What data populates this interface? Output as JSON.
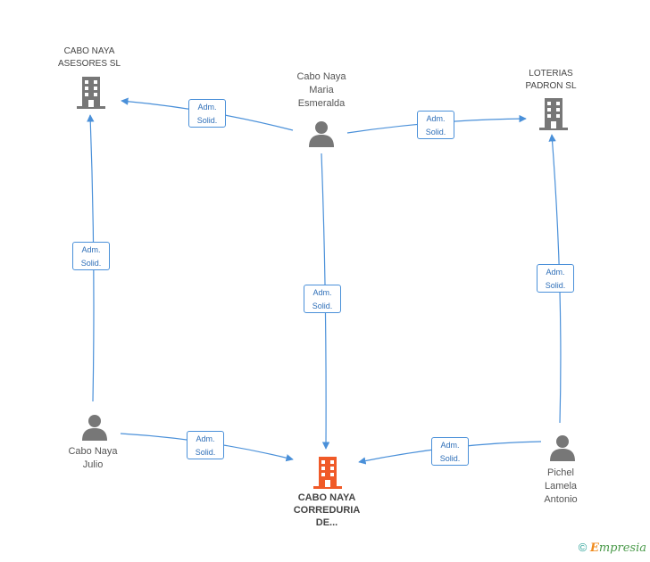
{
  "nodes": {
    "cabo_naya_asesores": "CABO NAYA ASESORES SL",
    "cabo_naya_maria": "Cabo Naya Maria Esmeralda",
    "loterias_padron": "LOTERIAS PADRON SL",
    "cabo_naya_julio": "Cabo Naya Julio",
    "cabo_naya_correduria": "CABO NAYA CORREDURIA DE...",
    "pichel_lamela": "Pichel Lamela Antonio"
  },
  "nodes_lines": {
    "cabo_naya_asesores": [
      "CABO NAYA",
      "ASESORES SL"
    ],
    "cabo_naya_maria": [
      "Cabo Naya",
      "Maria",
      "Esmeralda"
    ],
    "loterias_padron": [
      "LOTERIAS",
      "PADRON SL"
    ],
    "cabo_naya_julio": [
      "Cabo Naya",
      "Julio"
    ],
    "cabo_naya_correduria": [
      "CABO NAYA",
      "CORREDURIA",
      "DE..."
    ],
    "pichel_lamela": [
      "Pichel",
      "Lamela",
      "Antonio"
    ]
  },
  "edge_label": {
    "line1": "Adm.",
    "line2": "Solid."
  },
  "edges": [
    {
      "from": "cabo_naya_maria",
      "to": "cabo_naya_asesores",
      "label": "Adm. Solid."
    },
    {
      "from": "cabo_naya_maria",
      "to": "loterias_padron",
      "label": "Adm. Solid."
    },
    {
      "from": "cabo_naya_maria",
      "to": "cabo_naya_correduria",
      "label": "Adm. Solid."
    },
    {
      "from": "cabo_naya_julio",
      "to": "cabo_naya_asesores",
      "label": "Adm. Solid."
    },
    {
      "from": "cabo_naya_julio",
      "to": "cabo_naya_correduria",
      "label": "Adm. Solid."
    },
    {
      "from": "pichel_lamela",
      "to": "loterias_padron",
      "label": "Adm. Solid."
    },
    {
      "from": "pichel_lamela",
      "to": "cabo_naya_correduria",
      "label": "Adm. Solid."
    }
  ],
  "colors": {
    "edge": "#4a90d9",
    "building": "#777777",
    "building_main": "#f05a28",
    "person": "#777777"
  },
  "footer": {
    "copyright": "©",
    "brand_initial": "E",
    "brand_rest": "mpresia"
  }
}
